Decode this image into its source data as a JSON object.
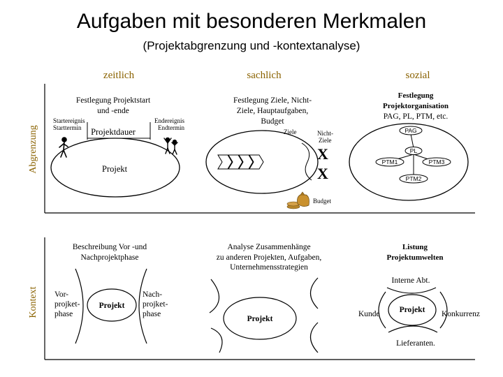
{
  "header": {
    "title": "Aufgaben mit besonderen Merkmalen",
    "subtitle": "(Projektabgrenzung und -kontextanalyse)"
  },
  "rows": {
    "abgrenzung": "Abgrenzung",
    "kontext": "Kontext"
  },
  "columns": {
    "zeitlich": "zeitlich",
    "sachlich": "sachlich",
    "sozial": "sozial"
  },
  "zeitlich": {
    "heading_line1": "Festlegung Projektstart",
    "heading_line2": "und -ende",
    "start_line1": "Startereignis",
    "start_line2": "Starttermin",
    "end_line1": "Endereignis",
    "end_line2": "Endtermin",
    "dauer": "Projektdauer",
    "projekt": "Projekt"
  },
  "sachlich": {
    "heading_line1": "Festlegung Ziele, Nicht-",
    "heading_line2": "Ziele, Hauptaufgaben,",
    "heading_line3": "Budget",
    "ziele": "Ziele",
    "nicht_line1": "Nicht-",
    "nicht_line2": "Ziele",
    "x_mark": "X",
    "budget": "Budget"
  },
  "sozial": {
    "heading_line1": "Festlegung",
    "heading_line2": "Projektorganisation",
    "heading_line3": "PAG, PL, PTM, etc.",
    "pag": "PAG",
    "pl": "PL",
    "ptm1": "PTM1",
    "ptm2": "PTM2",
    "ptm3": "PTM3"
  },
  "kontext_zeit": {
    "heading_line1": "Beschreibung Vor -und",
    "heading_line2": "Nachprojektphase",
    "vor_line1": "Vor-",
    "vor_line2": "projket-",
    "vor_line3": "phase",
    "projekt": "Projekt",
    "nach_line1": "Nach-",
    "nach_line2": "projket-",
    "nach_line3": "phase"
  },
  "kontext_sach": {
    "heading": "Analyse Zusammenhänge",
    "sub_line1": "zu anderen Projekten, Aufgaben,",
    "sub_line2": "Unternehmensstrategien",
    "projekt": "Projekt"
  },
  "kontext_sozial": {
    "heading_line1": "Listung",
    "heading_line2": "Projektumwelten",
    "interne": "Interne Abt.",
    "kunde": "Kunde",
    "projekt": "Projekt",
    "konkurrenz": "Konkurrenz",
    "lieferanten": "Lieferanten."
  }
}
